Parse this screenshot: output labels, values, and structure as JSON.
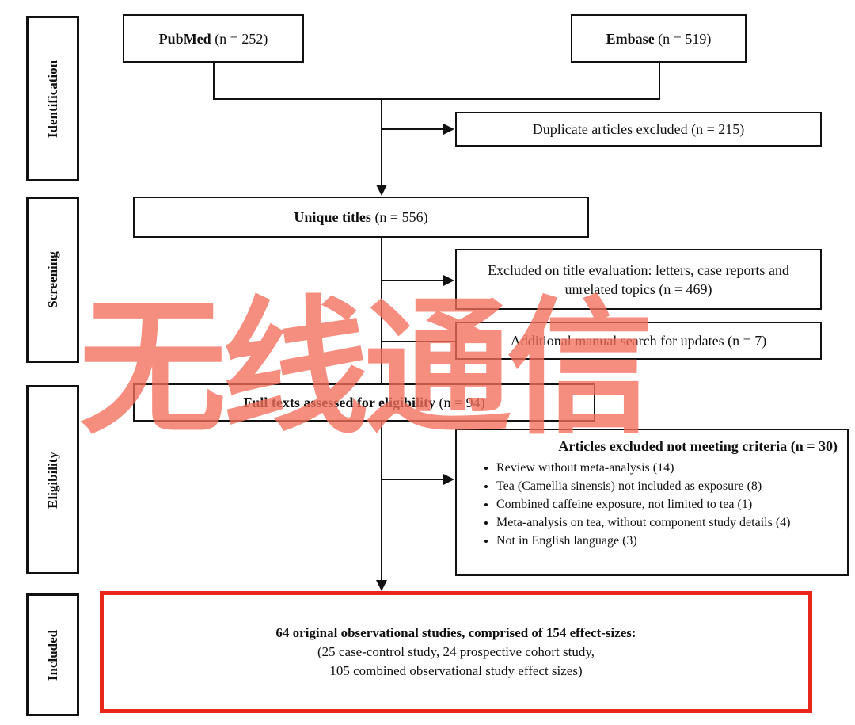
{
  "stages": {
    "identification": "Identification",
    "screening": "Screening",
    "eligibility": "Eligibility",
    "included": "Included"
  },
  "boxes": {
    "pubmed_label": "PubMed",
    "pubmed_n": "(n = 252)",
    "embase_label": "Embase",
    "embase_n": "(n = 519)",
    "duplicates": "Duplicate articles excluded (n = 215)",
    "unique_label": "Unique titles",
    "unique_n": "(n = 556)",
    "title_excl_line1": "Excluded on title evaluation: letters, case reports and",
    "title_excl_line2": "unrelated topics (n = 469)",
    "manual_search": "Additional manual search for updates (n = 7)",
    "fulltext_label": "Full texts assessed for eligibility",
    "fulltext_n": "(n = 94)",
    "ineligible_header": "Articles excluded not meeting criteria (n = 30)",
    "ineligible_items": [
      "Review without meta-analysis (14)",
      "Tea (Camellia sinensis) not included as exposure (8)",
      "Combined caffeine exposure, not limited to tea (1)",
      "Meta-analysis on tea, without component study details (4)",
      "Not in English language (3)"
    ],
    "included_line1": "64 original observational studies, comprised of 154 effect-sizes:",
    "included_line2": "(25 case-control study, 24 prospective cohort study,",
    "included_line3": "105 combined observational study effect sizes)"
  },
  "watermark": "无线通信",
  "colors": {
    "highlight": "#e8261a",
    "watermark": "#f46e5c"
  }
}
